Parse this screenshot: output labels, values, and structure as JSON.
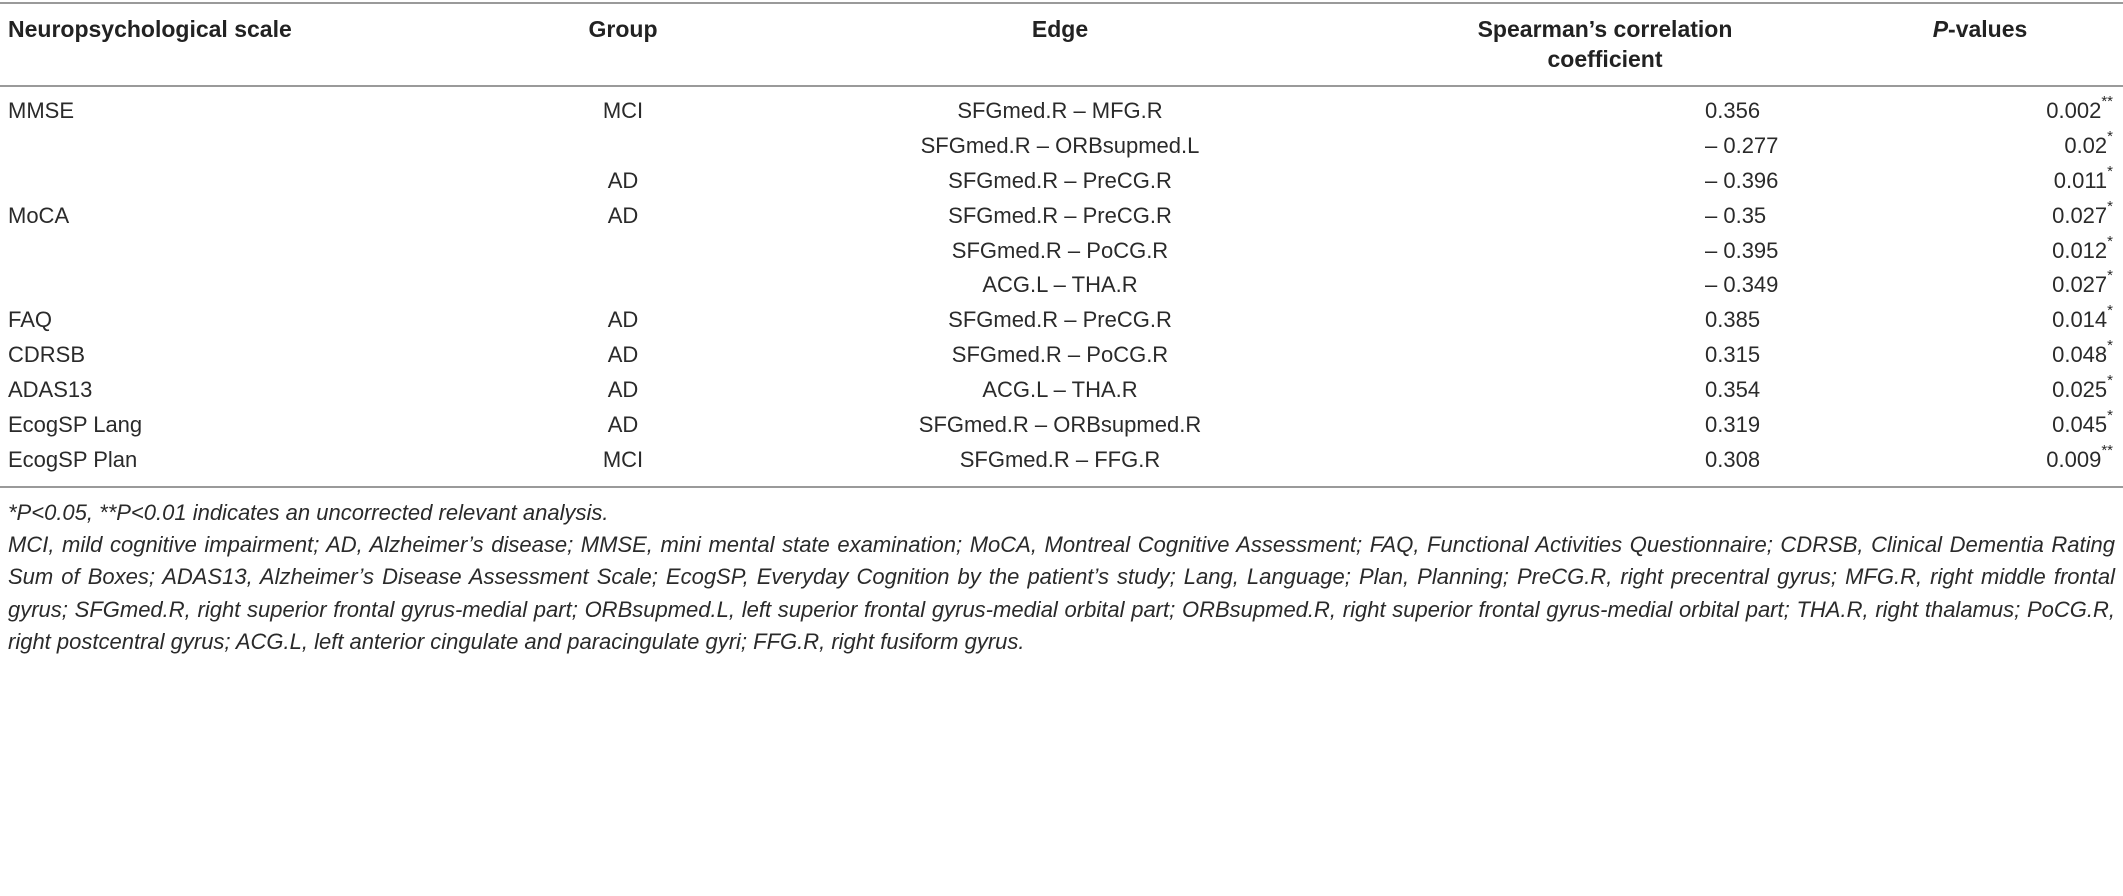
{
  "table": {
    "headers": {
      "scale": "Neuropsychological scale",
      "group": "Group",
      "edge": "Edge",
      "coef_line1": "Spearman’s correlation",
      "coef_line2": "coefficient",
      "p_italic": "P",
      "p_rest": "-values"
    },
    "rows": [
      {
        "scale": "MMSE",
        "group": "MCI",
        "edge": "SFGmed.R – MFG.R",
        "coef": "0.356",
        "p": "0.002",
        "sig": "**"
      },
      {
        "scale": "",
        "group": "",
        "edge": "SFGmed.R – ORBsupmed.L",
        "coef": "– 0.277",
        "p": "0.02",
        "sig": "*"
      },
      {
        "scale": "",
        "group": "AD",
        "edge": "SFGmed.R – PreCG.R",
        "coef": "– 0.396",
        "p": "0.011",
        "sig": "*"
      },
      {
        "scale": "MoCA",
        "group": "AD",
        "edge": "SFGmed.R – PreCG.R",
        "coef": "– 0.35",
        "p": "0.027",
        "sig": "*"
      },
      {
        "scale": "",
        "group": "",
        "edge": "SFGmed.R – PoCG.R",
        "coef": "– 0.395",
        "p": "0.012",
        "sig": "*"
      },
      {
        "scale": "",
        "group": "",
        "edge": "ACG.L – THA.R",
        "coef": "– 0.349",
        "p": "0.027",
        "sig": "*"
      },
      {
        "scale": "FAQ",
        "group": "AD",
        "edge": "SFGmed.R – PreCG.R",
        "coef": "0.385",
        "p": "0.014",
        "sig": "*"
      },
      {
        "scale": "CDRSB",
        "group": "AD",
        "edge": "SFGmed.R – PoCG.R",
        "coef": "0.315",
        "p": "0.048",
        "sig": "*"
      },
      {
        "scale": "ADAS13",
        "group": "AD",
        "edge": "ACG.L – THA.R",
        "coef": "0.354",
        "p": "0.025",
        "sig": "*"
      },
      {
        "scale": "EcogSP Lang",
        "group": "AD",
        "edge": "SFGmed.R – ORBsupmed.R",
        "coef": "0.319",
        "p": "0.045",
        "sig": "*"
      },
      {
        "scale": "EcogSP Plan",
        "group": "MCI",
        "edge": "SFGmed.R – FFG.R",
        "coef": "0.308",
        "p": "0.009",
        "sig": "**"
      }
    ]
  },
  "footnotes": {
    "significance": "*P<0.05, **P<0.01 indicates an uncorrected relevant analysis.",
    "abbreviations": "MCI, mild cognitive impairment; AD, Alzheimer’s disease; MMSE, mini mental state examination; MoCA, Montreal Cognitive Assessment; FAQ, Functional Activities Questionnaire; CDRSB, Clinical Dementia Rating Sum of Boxes; ADAS13, Alzheimer’s Disease Assessment Scale; EcogSP, Everyday Cognition by the patient’s study; Lang, Language; Plan, Planning; PreCG.R, right precentral gyrus; MFG.R, right middle frontal gyrus; SFGmed.R, right superior frontal gyrus-medial part; ORBsupmed.L, left superior frontal gyrus-medial orbital part; ORBsupmed.R, right superior frontal gyrus-medial orbital part; THA.R, right thalamus; PoCG.R, right postcentral gyrus; ACG.L, left anterior cingulate and paracingulate gyri; FFG.R, right fusiform gyrus."
  }
}
